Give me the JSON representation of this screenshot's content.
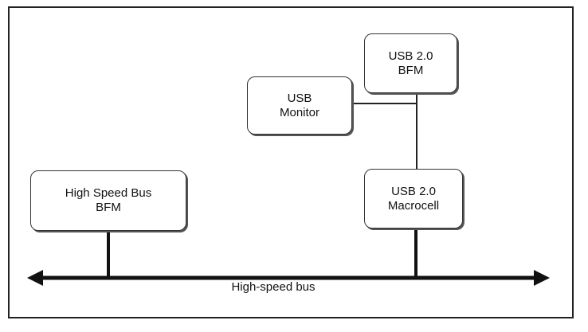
{
  "diagram": {
    "blocks": {
      "high_speed_bus_bfm": "High Speed Bus\nBFM",
      "usb_monitor": "USB\nMonitor",
      "usb20_bfm": "USB 2.0\nBFM",
      "usb20_macrocell": "USB 2.0\nMacrocell"
    },
    "bus_label": "High-speed bus"
  }
}
